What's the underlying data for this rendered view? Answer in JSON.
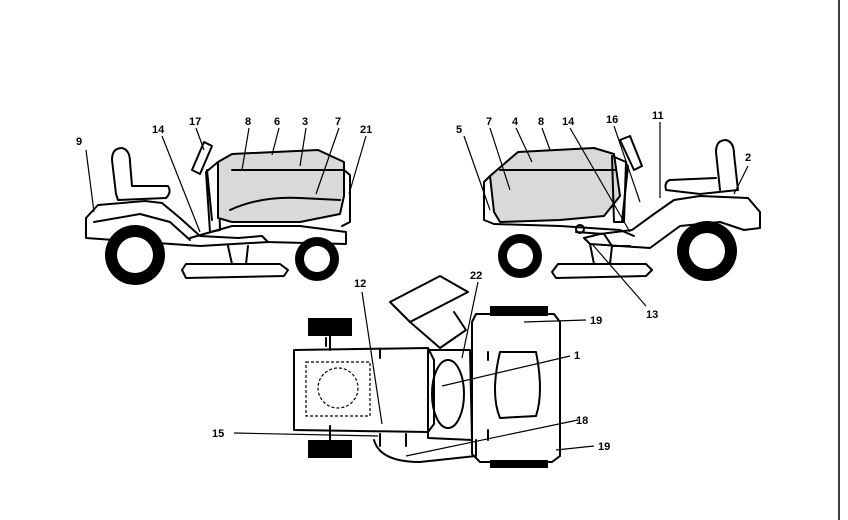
{
  "header": {
    "fragments": [
      "-",
      "~~~",
      "~~~~",
      "~ ~"
    ]
  },
  "callouts": {
    "left_view": [
      "9",
      "14",
      "17",
      "8",
      "6",
      "3",
      "7",
      "21"
    ],
    "right_view": [
      "5",
      "7",
      "4",
      "8",
      "14",
      "16",
      "11",
      "2",
      "13"
    ],
    "top_view": [
      "12",
      "22",
      "19",
      "1",
      "15",
      "18",
      "19"
    ]
  }
}
